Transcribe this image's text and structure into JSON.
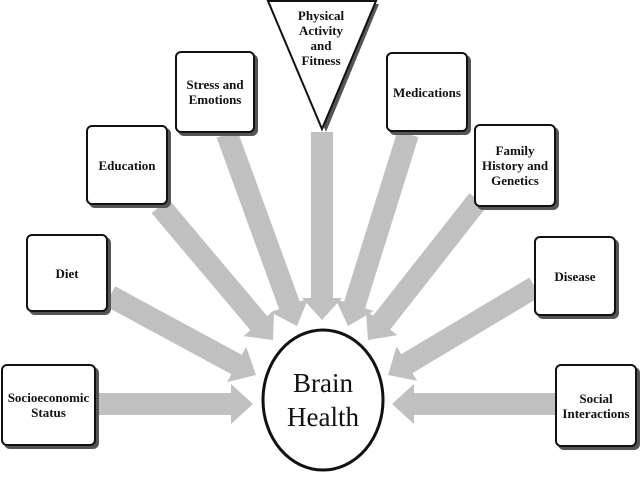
{
  "diagram": {
    "center": {
      "label": "Brain\nHealth"
    },
    "factors": [
      {
        "id": "socioeconomic",
        "label": "Socioeconomic\nStatus"
      },
      {
        "id": "diet",
        "label": "Diet"
      },
      {
        "id": "education",
        "label": "Education"
      },
      {
        "id": "stress",
        "label": "Stress and\nEmotions"
      },
      {
        "id": "physical",
        "label": "Physical\nActivity\nand\nFitness"
      },
      {
        "id": "medications",
        "label": "Medications"
      },
      {
        "id": "family",
        "label": "Family\nHistory and\nGenetics"
      },
      {
        "id": "disease",
        "label": "Disease"
      },
      {
        "id": "social",
        "label": "Social\nInteractions"
      }
    ],
    "colors": {
      "arrow": "#c0c0c0",
      "outline": "#111111",
      "shadow": "#555555",
      "background": "#ffffff"
    }
  }
}
